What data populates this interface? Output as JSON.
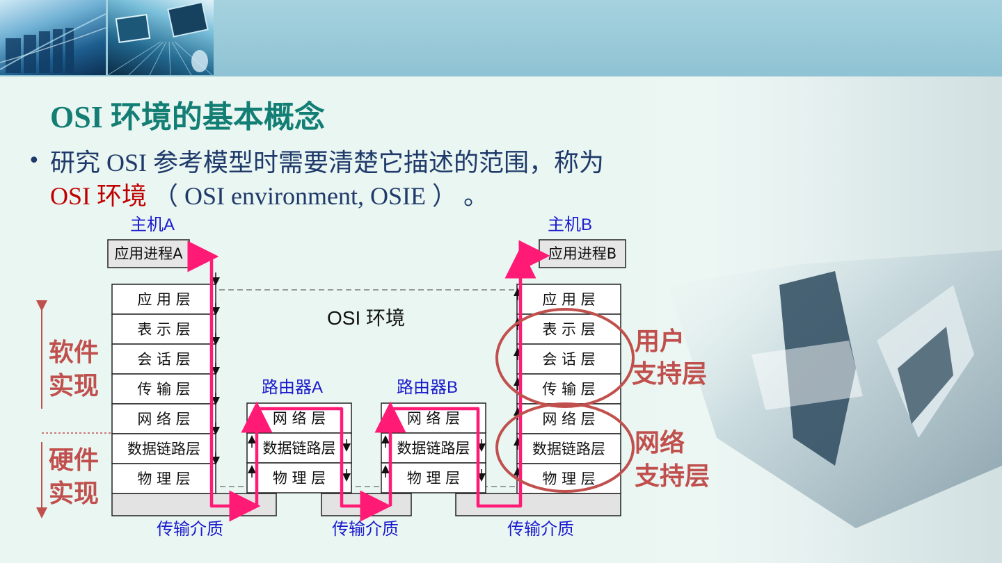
{
  "slide": {
    "title": "OSI 环境的基本概念",
    "bullet_part1": "研究 OSI 参考模型时需要清楚它描述的范围，称为",
    "bullet_highlight": "OSI 环境",
    "bullet_part2": " （ OSI environment, OSIE ） 。"
  },
  "diagram": {
    "host_a": "主机A",
    "host_b": "主机B",
    "app_process_a": "应用进程A",
    "app_process_b": "应用进程B",
    "router_a": "路由器A",
    "router_b": "路由器B",
    "osi_env_label": "OSI 环境",
    "host_layers": [
      "应 用 层",
      "表 示 层",
      "会 话 层",
      "传 输 层",
      "网 络 层",
      "数据链路层",
      "物 理 层"
    ],
    "router_layers": [
      "网 络 层",
      "数据链路层",
      "物 理 层"
    ],
    "medium": "传输介质",
    "software_line1": "软件",
    "software_line2": "实现",
    "hardware_line1": "硬件",
    "hardware_line2": "实现",
    "user_support_line1": "用户",
    "user_support_line2": "支持层",
    "network_support_line1": "网络",
    "network_support_line2": "支持层"
  },
  "colors": {
    "title": "#127e74",
    "bullet_text": "#1f3a6a",
    "highlight": "#c00000",
    "blue_label": "#1a1acd",
    "red_label": "#c0504d",
    "path": "#ff1a75"
  }
}
